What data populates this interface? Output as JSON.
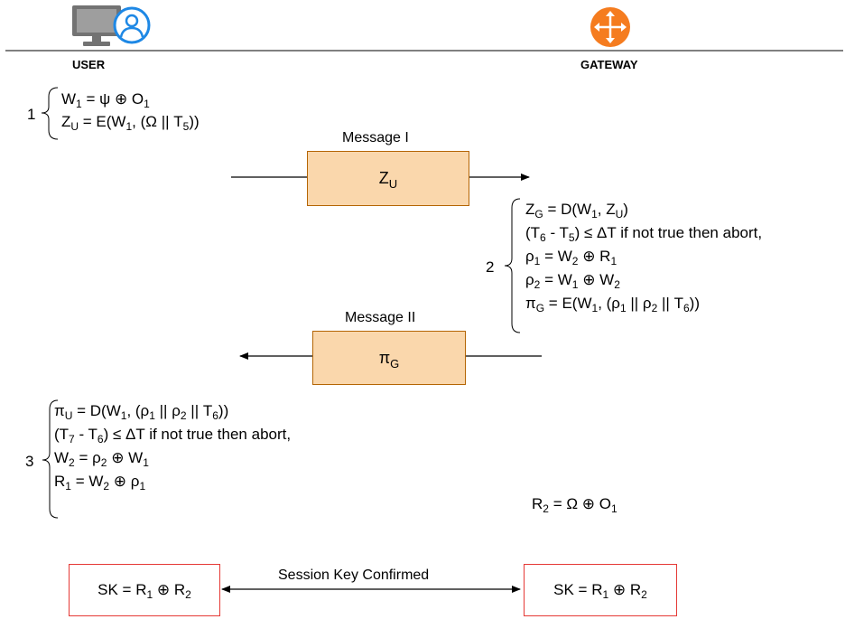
{
  "header": {
    "user_label": "USER",
    "gateway_label": "GATEWAY",
    "user_icon": "user-computer-icon",
    "gateway_icon": "router-icon"
  },
  "step1": {
    "number": "1",
    "lines": [
      [
        "W",
        "1",
        " = ψ ⊕ O",
        "1",
        ""
      ],
      [
        "Z",
        "U",
        " = E(W",
        "1",
        ", (Ω || T",
        "5",
        "))"
      ]
    ]
  },
  "message1": {
    "title": "Message I",
    "content_main": "Z",
    "content_sub": "U"
  },
  "step2": {
    "number": "2",
    "lines": [
      [
        "Z",
        "G",
        " = D(W",
        "1",
        ", Z",
        "U",
        ")"
      ],
      [
        "(T",
        "6",
        " - T",
        "5",
        ") ≤  ΔT if not true then abort,"
      ],
      [
        "ρ",
        "1",
        " = W",
        "2",
        " ⊕ R",
        "1",
        ""
      ],
      [
        "ρ",
        "2",
        " = W",
        "1",
        " ⊕ W",
        "2",
        ""
      ],
      [
        "π",
        "G",
        " = E(W",
        "1",
        ", (ρ",
        "1",
        " || ρ",
        "2",
        " || T",
        "6",
        "))"
      ]
    ]
  },
  "message2": {
    "title": "Message II",
    "content_main": "π",
    "content_sub": "G"
  },
  "step3": {
    "number": "3",
    "lines": [
      [
        "π",
        "U",
        " = D(W",
        "1",
        ", (ρ",
        "1",
        " || ρ",
        "2",
        " || T",
        "6",
        "))"
      ],
      [
        "(T",
        "7",
        " - T",
        "6",
        ") ≤  ΔT if not true then abort,"
      ],
      [
        "W",
        "2",
        " = ρ",
        "2",
        " ⊕ W",
        "1",
        ""
      ],
      [
        "R",
        "1",
        " = W",
        "2",
        " ⊕ ρ",
        "1",
        ""
      ]
    ]
  },
  "gateway_r2": [
    "R",
    "2",
    " = Ω ⊕ O",
    "1",
    ""
  ],
  "session": {
    "label": "Session Key Confirmed",
    "user_key": [
      "SK = R",
      "1",
      " ⊕ R",
      "2",
      ""
    ],
    "gateway_key": [
      "SK = R",
      "1",
      " ⊕ R",
      "2",
      ""
    ]
  },
  "colors": {
    "message_fill": "#fad7ac",
    "message_border": "#b46504",
    "session_border": "#e53935",
    "router_orange": "#f57c1f",
    "user_icon_gray": "#737373",
    "user_icon_blue": "#1e88e5"
  }
}
